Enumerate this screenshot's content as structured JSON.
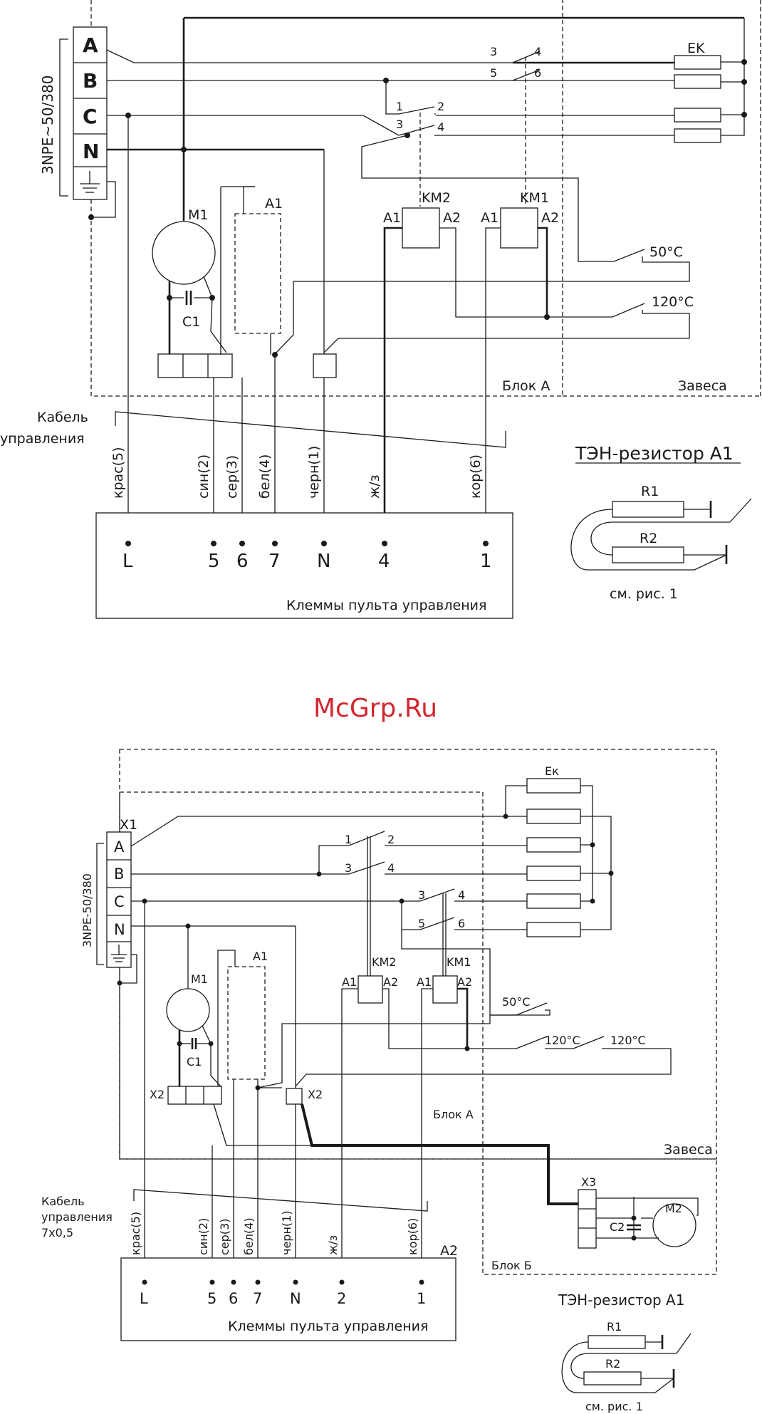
{
  "watermark": "McGrp.Ru",
  "colors": {
    "ink": "#1a1a1a",
    "watermark": "#d22630"
  },
  "top": {
    "supply_label": "3NPE~50/380",
    "phases": [
      "A",
      "B",
      "C",
      "N"
    ],
    "heater_label": "EK",
    "contact_km1": [
      "3",
      "4",
      "5",
      "6"
    ],
    "contact_km2": [
      "1",
      "2",
      "3",
      "4"
    ],
    "motor": "M1",
    "capacitor": "C1",
    "resistor_module": "A1",
    "contactor_km2": {
      "name": "KM2",
      "a1": "A1",
      "a2": "A2"
    },
    "contactor_km1": {
      "name": "KM1",
      "a1": "A1",
      "a2": "A2"
    },
    "thermostat_50": "50°C",
    "thermostat_120": "120°C",
    "block_a": "Блок А",
    "curtain": "Завеса",
    "cable_label": [
      "Кабель",
      "управления"
    ],
    "wire_labels": [
      "крас(5)",
      "син(2)",
      "сер(3)",
      "бел(4)",
      "черн(1)",
      "ж/з",
      "кор(6)"
    ],
    "terminals": [
      "L",
      "5",
      "6",
      "7",
      "N",
      "4",
      "1"
    ],
    "panel_label": "Клеммы пульта управления",
    "resistor_title": "ТЭН-резистор А1",
    "r1": "R1",
    "r2": "R2",
    "ref": "см. рис. 1"
  },
  "bottom": {
    "connector_x1": "X1",
    "supply_label": "3NPE-50/380",
    "phases": [
      "A",
      "B",
      "C",
      "N"
    ],
    "heater_label": "Ек",
    "contact_km2": [
      "1",
      "2",
      "3",
      "4"
    ],
    "contact_km1": [
      "3",
      "4",
      "5",
      "6"
    ],
    "motor": "M1",
    "capacitor": "C1",
    "resistor_module": "A1",
    "connector_x2": "X2",
    "contactor_km2": {
      "name": "KM2",
      "a1": "A1",
      "a2": "A2"
    },
    "contactor_km1": {
      "name": "KM1",
      "a1": "A1",
      "a2": "A2"
    },
    "thermostat_50": "50°C",
    "thermostat_120a": "120°C",
    "thermostat_120b": "120°C",
    "block_a": "Блок А",
    "curtain": "Завеса",
    "connector_x3": "X3",
    "motor2": "M2",
    "capacitor2": "C2",
    "block_b": "Блок Б",
    "cable_label": [
      "Кабель",
      "управления",
      "7х0,5"
    ],
    "wire_labels": [
      "крас(5)",
      "син(2)",
      "сер(3)",
      "бел(4)",
      "черн(1)",
      "ж/з",
      "кор(6)"
    ],
    "panel_name": "А2",
    "terminals": [
      "L",
      "5",
      "6",
      "7",
      "N",
      "2",
      "1"
    ],
    "panel_label": "Клеммы пульта управления",
    "resistor_title": "ТЭН-резистор А1",
    "r1": "R1",
    "r2": "R2",
    "ref": "см. рис. 1"
  }
}
